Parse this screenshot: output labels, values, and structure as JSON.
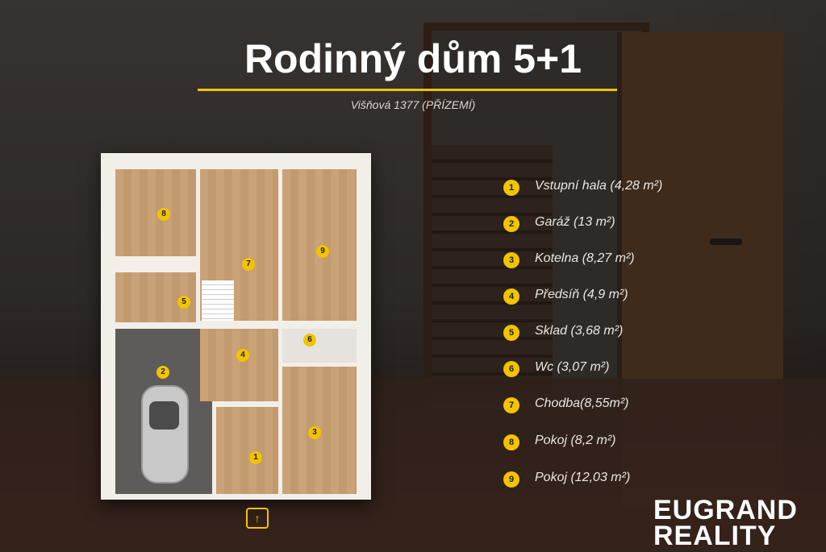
{
  "title": "Rodinný dům 5+1",
  "subtitle": "Višňová 1377 (PŘÍZEMÍ)",
  "legend": [
    {
      "num": "1",
      "label": "Vstupní hala (4,28 m²)"
    },
    {
      "num": "2",
      "label": "Garáž (13 m²)"
    },
    {
      "num": "3",
      "label": "Kotelna (8,27 m²)"
    },
    {
      "num": "4",
      "label": "Předsíň (4,9 m²)"
    },
    {
      "num": "5",
      "label": "Sklad (3,68 m²)"
    },
    {
      "num": "6",
      "label": "Wc (3,07 m²)"
    },
    {
      "num": "7",
      "label": "Chodba(8,55m²)"
    },
    {
      "num": "8",
      "label": "Pokoj (8,2 m²)"
    },
    {
      "num": "9",
      "label": "Pokoj (12,03 m²)"
    }
  ],
  "plan_markers": [
    "8",
    "7",
    "9",
    "5",
    "6",
    "4",
    "2",
    "3",
    "1"
  ],
  "logo": {
    "line1": "EUGRAND",
    "line2": "REALITY"
  },
  "entry_icon": "entrance-arrow-icon",
  "colors": {
    "accent": "#f2c300",
    "text": "#ffffff"
  }
}
